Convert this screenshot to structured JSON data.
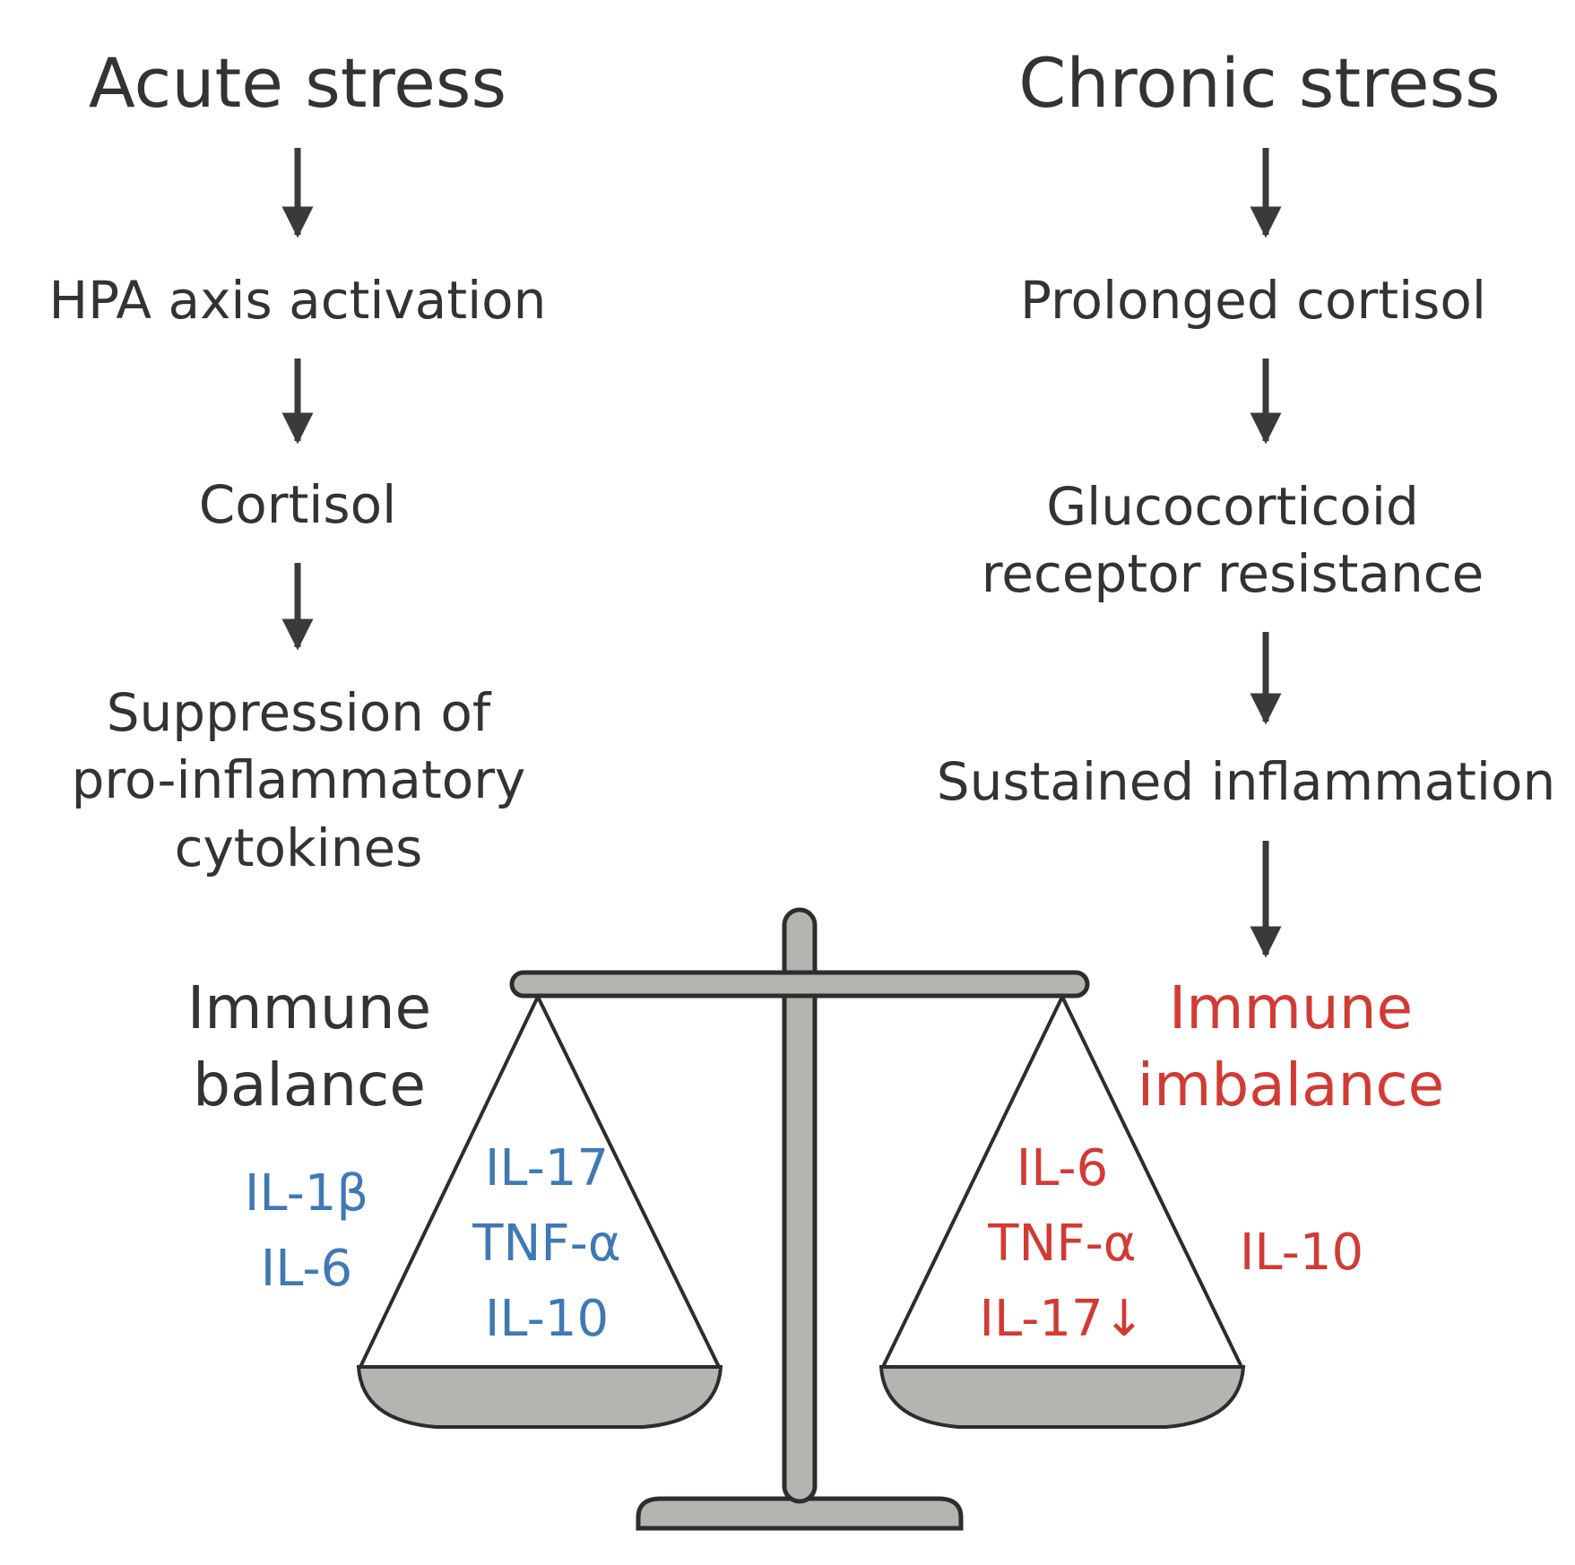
{
  "colors": {
    "text": "#333333",
    "arrow": "#3a3a3a",
    "balance_fill": "#b4b5b0",
    "balance_stroke": "#2d2d2d",
    "blue": "#3f79b5",
    "red": "#d13b34"
  },
  "acute": {
    "title": "Acute stress",
    "step1": "HPA axis activation",
    "step2": "Cortisol",
    "step3": "Suppression of pro-inflammatory cytokines",
    "outcome": "Immune balance",
    "outside_cytokines": "IL-1β IL-6",
    "pan_cytokines": "IL-17 TNF-α IL-10"
  },
  "chronic": {
    "title": "Chronic stress",
    "step1": "Prolonged cortisol",
    "step2": "Glucocorticoid receptor resistance",
    "step3": "Sustained inflammation",
    "outcome": "Immune imbalance",
    "pan_cytokines": "IL-6 TNF-α IL-17↓",
    "outside_cytokines": "IL-10"
  }
}
